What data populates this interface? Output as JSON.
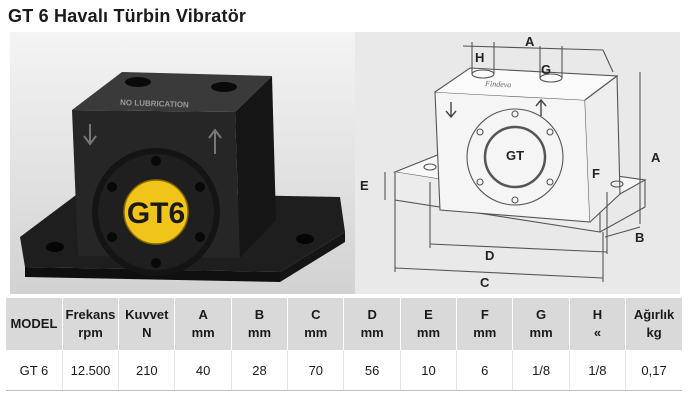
{
  "title": "GT 6 Havalı Türbin Vibratör",
  "photo": {
    "label_text": "GT6",
    "top_text": "NO LUBRICATION"
  },
  "drawing": {
    "center_label": "GT",
    "brand_text": "Findeva",
    "dim_labels": {
      "a_top": "A",
      "a_side": "A",
      "b": "B",
      "c": "C",
      "d": "D",
      "e": "E",
      "f": "F",
      "g": "G",
      "h": "H"
    }
  },
  "table": {
    "headers": [
      {
        "top": "MODEL",
        "bottom": ""
      },
      {
        "top": "Frekans",
        "bottom": "rpm"
      },
      {
        "top": "Kuvvet",
        "bottom": "N"
      },
      {
        "top": "A",
        "bottom": "mm"
      },
      {
        "top": "B",
        "bottom": "mm"
      },
      {
        "top": "C",
        "bottom": "mm"
      },
      {
        "top": "D",
        "bottom": "mm"
      },
      {
        "top": "E",
        "bottom": "mm"
      },
      {
        "top": "F",
        "bottom": "mm"
      },
      {
        "top": "G",
        "bottom": "mm"
      },
      {
        "top": "H",
        "bottom": "«"
      },
      {
        "top": "Ağırlık",
        "bottom": "kg"
      }
    ],
    "rows": [
      [
        "GT 6",
        "12.500",
        "210",
        "40",
        "28",
        "70",
        "56",
        "10",
        "6",
        "1/8",
        "1/8",
        "0,17"
      ]
    ]
  },
  "colors": {
    "header_bg": "#d9d9d9",
    "label_yellow": "#f0c419",
    "body_black": "#1c1c1c",
    "drawing_bg": "#e9e9e9"
  }
}
